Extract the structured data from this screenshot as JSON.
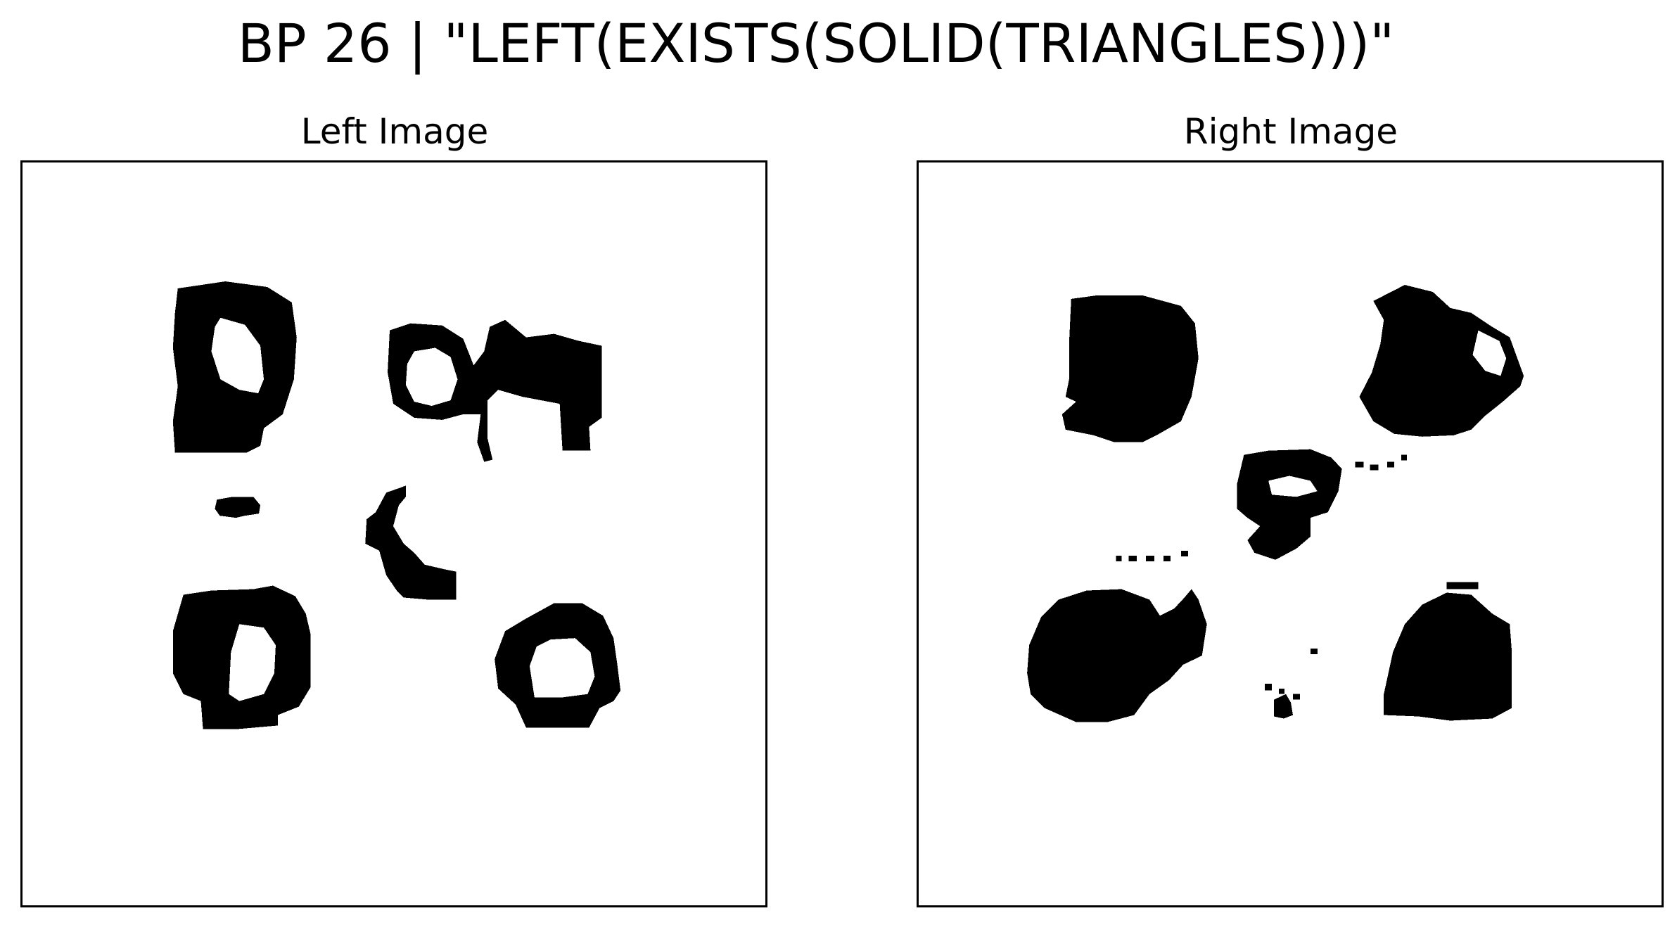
{
  "title": "BP 26 | \"LEFT(EXISTS(SOLID(TRIANGLES)))\"",
  "panels": [
    {
      "title": "Left Image"
    },
    {
      "title": "Right Image"
    }
  ],
  "colors": {
    "ink": "#000000",
    "background": "#ffffff",
    "frame": "#000000"
  }
}
